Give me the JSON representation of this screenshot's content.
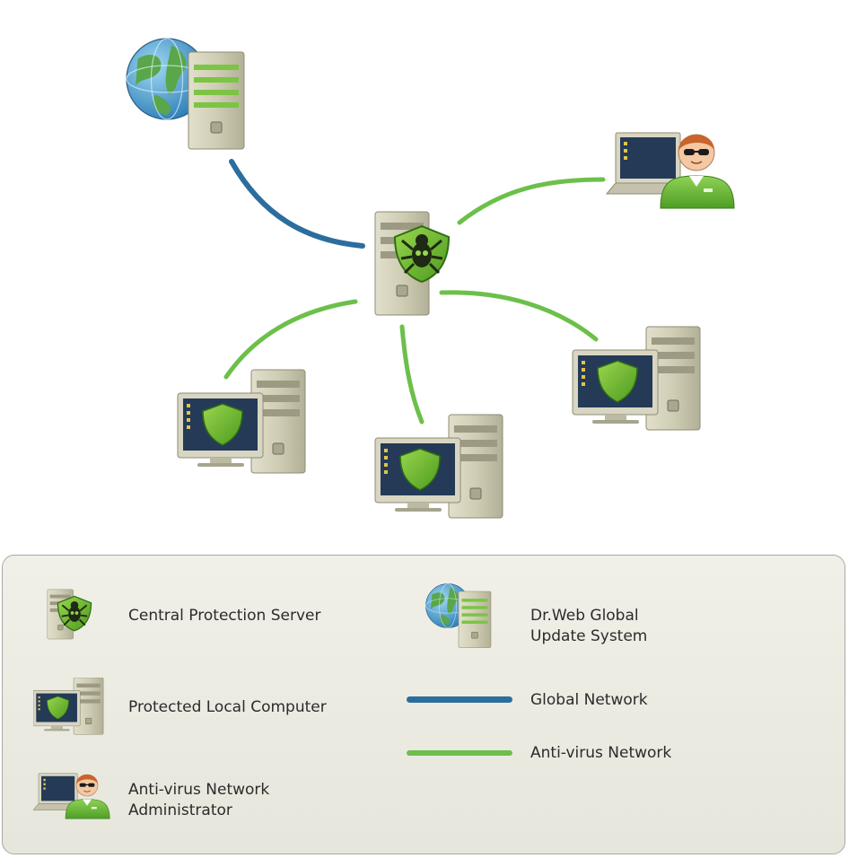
{
  "legend": {
    "central_server": "Central Protection Server",
    "update_system": "Dr.Web Global\nUpdate System",
    "local_computer": "Protected Local Computer",
    "global_network": "Global Network",
    "admin": "Anti-virus Network\nAdministrator",
    "antivirus_network": "Anti-virus Network"
  },
  "colors": {
    "global_network": "#2b6e9e",
    "antivirus_network": "#6cc04a",
    "shield": "#6ab42e",
    "case": "#c9c6ad",
    "screen": "#243a57"
  },
  "icons": [
    "globe-server-icon",
    "protection-server-icon",
    "protected-computer-icon",
    "administrator-icon"
  ]
}
